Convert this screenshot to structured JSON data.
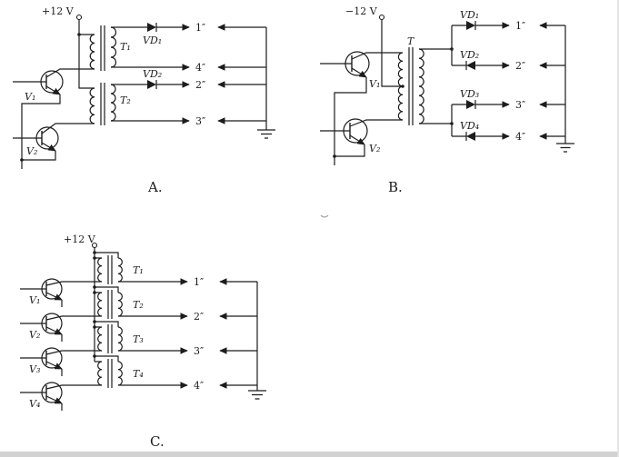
{
  "page": {
    "background": "#ffffff",
    "ink": "#1c1c1c",
    "edge_strip": "#d2d2d2"
  },
  "captions": {
    "a": "A.",
    "b": "B.",
    "c": "C."
  },
  "circuit_a": {
    "supply_label": "+12 V",
    "transistor_labels": [
      "V₁",
      "V₂"
    ],
    "transformer_labels": [
      "T₁",
      "T₂"
    ],
    "diode_labels": [
      "VD₁",
      "VD₂"
    ],
    "output_labels": [
      "1″",
      "4″",
      "2″",
      "3″"
    ]
  },
  "circuit_b": {
    "supply_label": "−12 V",
    "transformer_label": "T",
    "transistor_labels": [
      "V₁",
      "V₂"
    ],
    "diode_labels": [
      "VD₁",
      "VD₂",
      "VD₃",
      "VD₄"
    ],
    "output_labels": [
      "1″",
      "2″",
      "3″",
      "4″"
    ]
  },
  "circuit_c": {
    "supply_label": "+12 V",
    "transistor_labels": [
      "V₁",
      "V₂",
      "V₃",
      "V₄"
    ],
    "transformer_labels": [
      "T₁",
      "T₂",
      "T₃",
      "T₄"
    ],
    "output_labels": [
      "1″",
      "2″",
      "3″",
      "4″"
    ]
  }
}
